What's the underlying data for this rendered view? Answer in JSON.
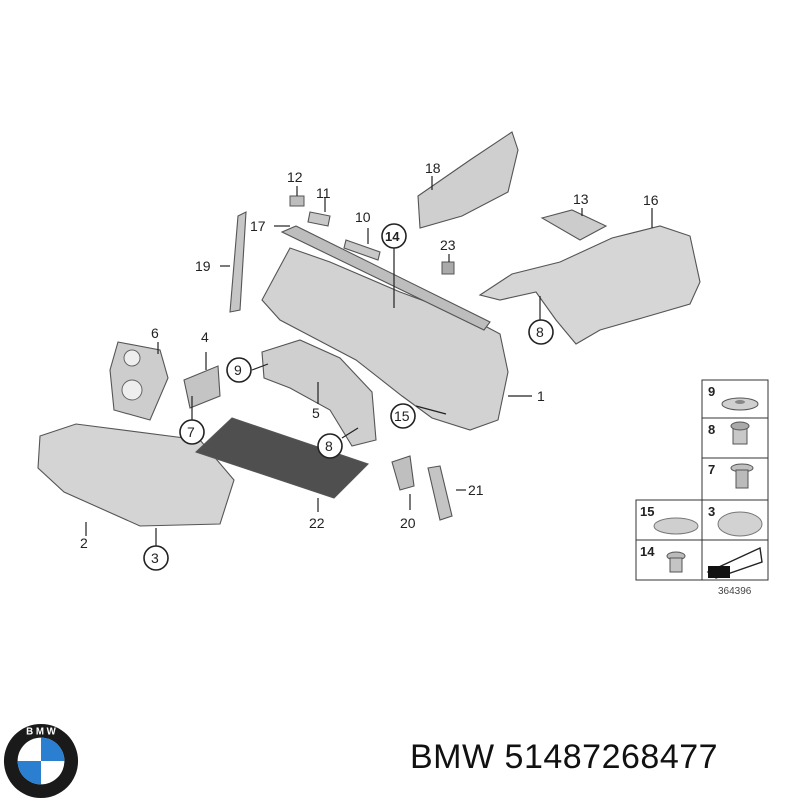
{
  "diagram": {
    "callouts": [
      "1",
      "2",
      "3",
      "4",
      "5",
      "6",
      "7",
      "8",
      "9",
      "10",
      "11",
      "12",
      "13",
      "14",
      "15",
      "16",
      "17",
      "18",
      "19",
      "20",
      "21",
      "22",
      "23",
      "8"
    ],
    "reference_number": "364396",
    "fastener_table": {
      "rows": [
        {
          "left": "",
          "right": "9"
        },
        {
          "left": "",
          "right": "8"
        },
        {
          "left": "",
          "right": "7"
        },
        {
          "left": "15",
          "right": "3"
        },
        {
          "left": "14",
          "right": ""
        }
      ]
    }
  },
  "footer": {
    "brand": "BMW",
    "part_number": "51487268477",
    "logo_text": "B M W"
  },
  "colors": {
    "part_fill": "#dcdcdc",
    "part_dark": "#9a9a9a",
    "bmw_blue": "#2a7fd0",
    "logo_ring": "#1a1a1a"
  }
}
